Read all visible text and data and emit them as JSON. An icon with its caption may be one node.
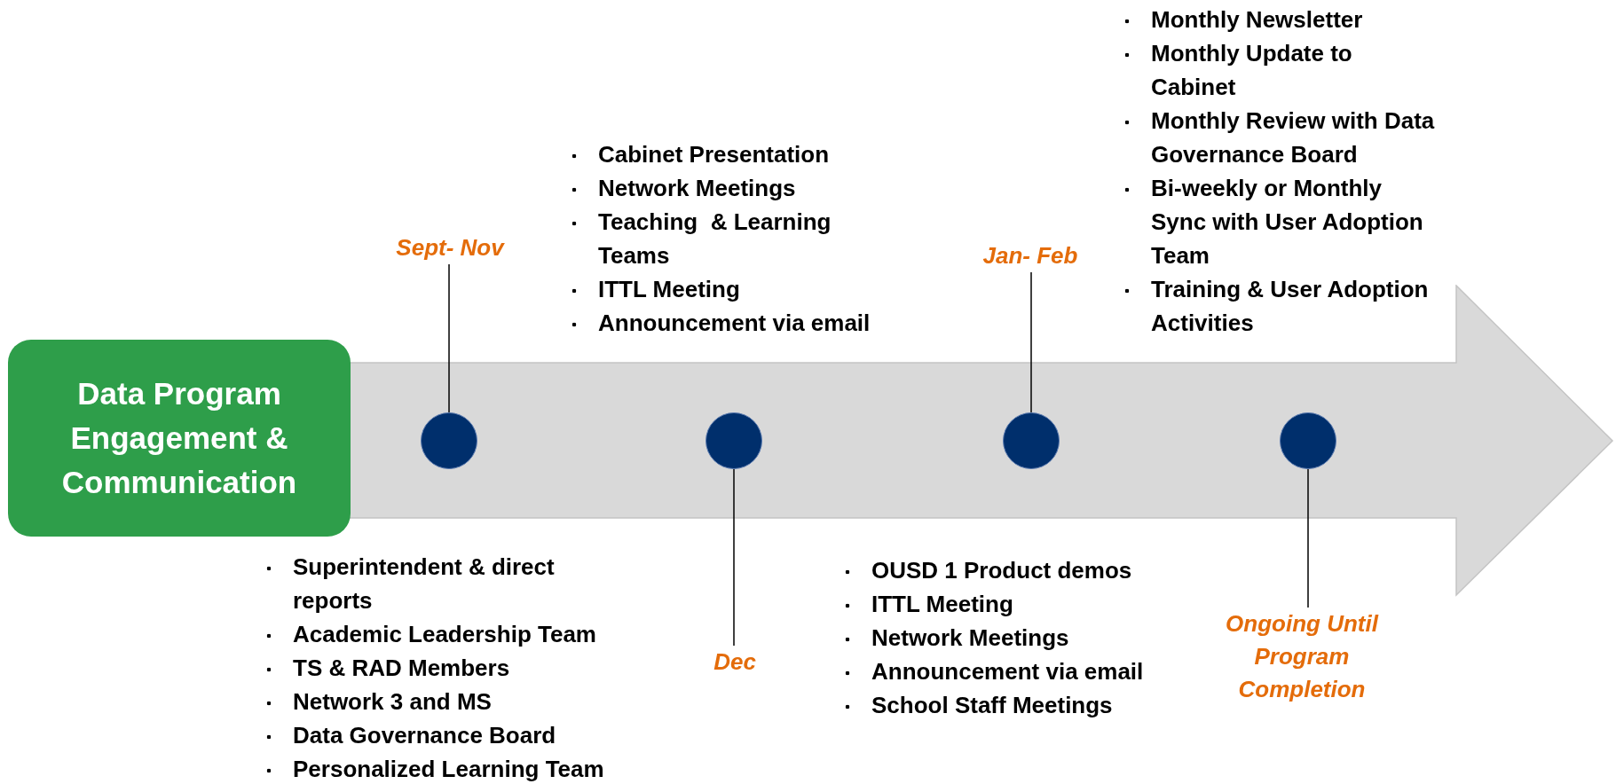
{
  "diagram": {
    "nodes": [
      {
        "text": [
          "Data Program Engagement & Communication"
        ]
      },
      {
        "text": [],
        "shape": "arrow"
      },
      {
        "text": [],
        "shape": "circle",
        "in": 1
      },
      {
        "text": [],
        "shape": "circle",
        "in": 1
      },
      {
        "text": [],
        "shape": "circle",
        "in": 1
      },
      {
        "text": [],
        "shape": "circle",
        "in": 1
      },
      {
        "text": [
          "Sept- Nov"
        ]
      },
      {
        "text": [
          "Dec"
        ]
      },
      {
        "text": [
          "Jan- Feb"
        ]
      },
      {
        "text": [
          "Ongoing Until Program Completion"
        ]
      }
    ],
    "edges": [
      {
        "from": 2,
        "to": 6,
        "arrow": "none"
      },
      {
        "from": 3,
        "to": 7,
        "arrow": "none"
      },
      {
        "from": 4,
        "to": 8,
        "arrow": "none"
      },
      {
        "from": 5,
        "to": 9,
        "arrow": "none"
      }
    ],
    "labels": [
      "Cabinet Presentation",
      "Network Meetings",
      "Teaching  & Learning Teams",
      "ITTL Meeting",
      "Announcement via email",
      "Monthly Newsletter",
      "Monthly Update to Cabinet",
      "Monthly Review with Data Governance Board",
      "Bi-weekly or Monthly Sync with User Adoption Team",
      "Training & User Adoption Activities",
      "Superintendent & direct reports",
      "Academic Leadership Team",
      "TS & RAD Members",
      "Network 3 and MS",
      "Data Governance Board",
      "Personalized Learning Team",
      "OUSD 1 Product demos",
      "ITTL Meeting",
      "Network Meetings",
      "Announcement via email",
      "School Staff Meetings"
    ]
  }
}
